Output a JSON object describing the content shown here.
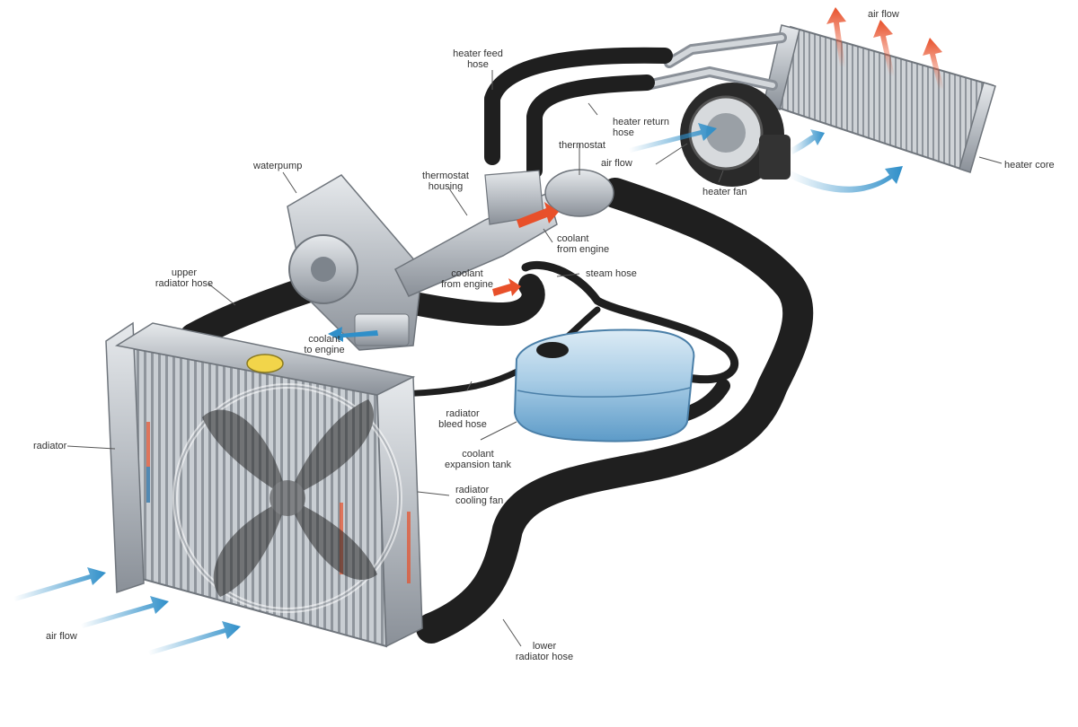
{
  "labels": {
    "air_flow_top": "air flow",
    "heater_feed_hose": "heater feed\nhose",
    "heater_return_hose": "heater return\nhose",
    "thermostat": "thermostat",
    "air_flow_mid": "air flow",
    "heater_fan": "heater fan",
    "heater_core": "heater core",
    "waterpump": "waterpump",
    "thermostat_housing": "thermostat\nhousing",
    "coolant_from_engine_1": "coolant\nfrom engine",
    "coolant_from_engine_2": "coolant\nfrom engine",
    "steam_hose": "steam hose",
    "upper_radiator_hose": "upper\nradiator hose",
    "coolant_to_engine": "coolant\nto engine",
    "radiator_bleed_hose": "radiator\nbleed hose",
    "coolant_expansion_tank": "coolant\nexpansion tank",
    "radiator": "radiator",
    "radiator_cooling_fan": "radiator\ncooling fan",
    "air_flow_bottom": "air flow",
    "lower_radiator_hose": "lower\nradiator hose"
  },
  "colors": {
    "hose": "#1f1f1f",
    "metal": "#b9bec4",
    "metal_dark": "#7d848c",
    "hot": "#e8502a",
    "cold": "#2f8fc9",
    "tank": "#7fb3d6",
    "cap": "#f2d54a",
    "leader": "#555555"
  }
}
